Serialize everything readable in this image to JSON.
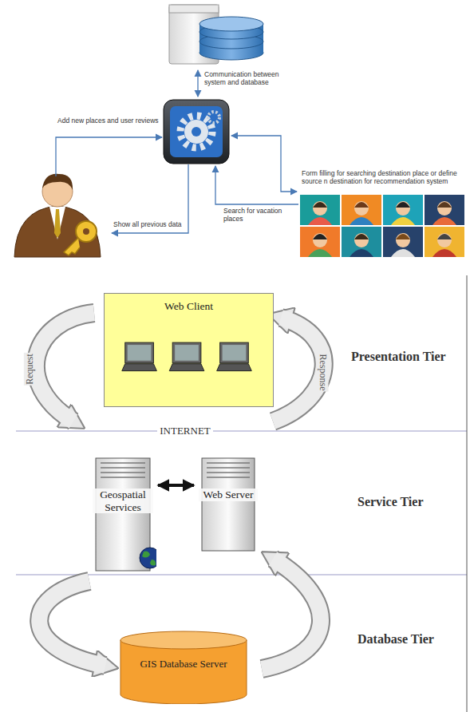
{
  "diagram": {
    "nodes": [
      {
        "text": [
          "Web Client"
        ]
      },
      {
        "text": [
          "Geospatial Services"
        ]
      },
      {
        "text": [
          "Web Server"
        ]
      },
      {
        "text": [
          "GIS Database Server"
        ]
      }
    ],
    "edges": [
      {
        "from": 1,
        "to": 2,
        "arrow": "both"
      }
    ],
    "labels": [
      "Communication between system and database",
      "Add new places and user reviews",
      "Form filling for searching destination place or define source n destination for recommendation system",
      "Search for vacation places",
      "Show all previous data",
      "Presentation Tier",
      "INTERNET",
      "Request",
      "Response",
      "Service Tier",
      "Database Tier"
    ]
  }
}
